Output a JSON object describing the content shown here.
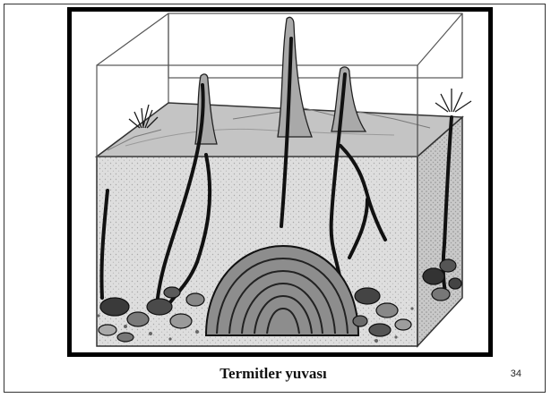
{
  "slide": {
    "caption": "Termitler yuvası",
    "page_number": "34"
  },
  "illustration": {
    "subject": "termite-nest-cross-section",
    "colors": {
      "frame": "#000000",
      "soil": "#d8d8d8",
      "surface": "#bdbdbd",
      "ink": "#1a1a1a"
    }
  }
}
